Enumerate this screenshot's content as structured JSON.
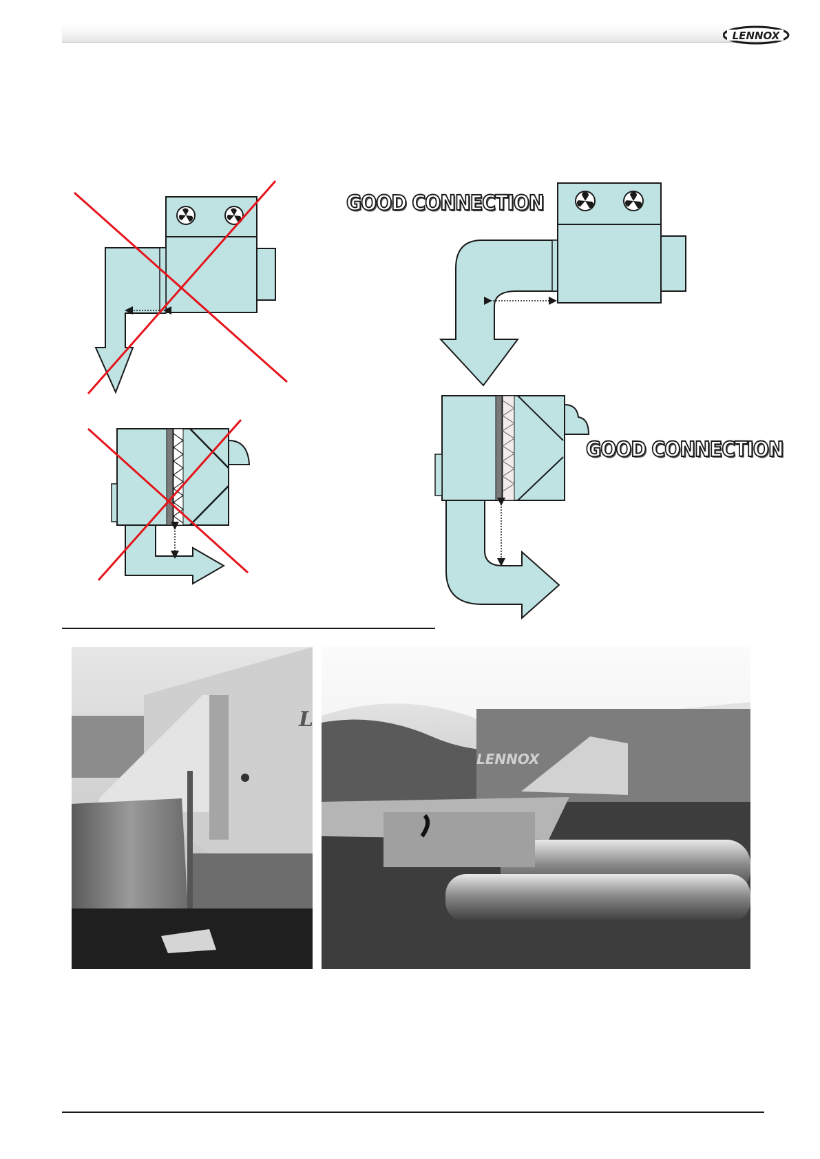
{
  "header": {
    "brand": "LENNOX"
  },
  "diagrams": {
    "good_connection_top": "GOOD CONNECTION",
    "good_connection_bottom": "GOOD CONNECTION"
  },
  "colors": {
    "unit_fill": "#bfe3e3",
    "cross_mark": "#e5141b",
    "outline": "#1a1a1a"
  },
  "photos": {
    "left_brand": "L",
    "right_brand": "LENNOX"
  }
}
